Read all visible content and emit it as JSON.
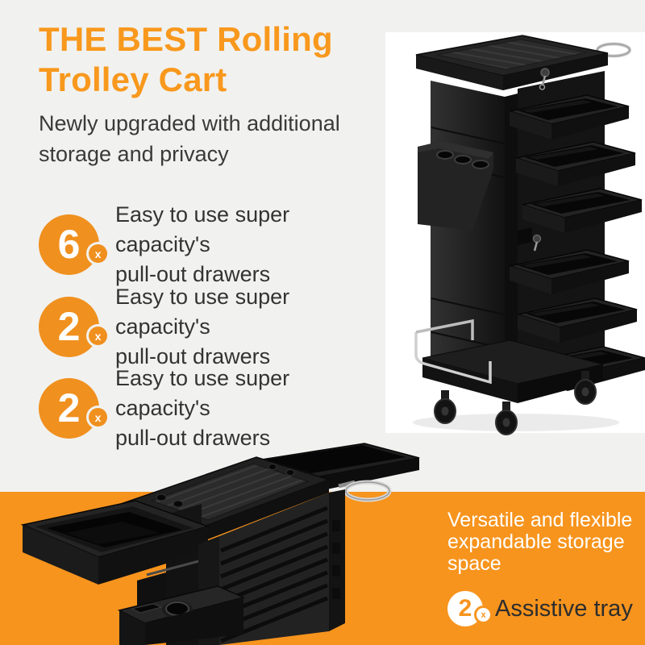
{
  "colors": {
    "background": "#f1f1f0",
    "photo_panel": "#ffffff",
    "accent_orange": "#f7941e",
    "title_orange": "#f8991e",
    "circle_orange": "#f0901e",
    "text_dark": "#3a3a3a",
    "text_white": "#ffffff"
  },
  "hero": {
    "title": {
      "line1": "THE BEST Rolling",
      "line2": "Trolley Cart"
    },
    "subtitle": {
      "line1": "Newly upgraded with additional",
      "line2": "storage and privacy"
    },
    "features": [
      {
        "count": "6",
        "times": "x",
        "line1": "Easy to use super capacity's",
        "line2": "pull-out drawers"
      },
      {
        "count": "2",
        "times": "x",
        "line1": "Easy to use super capacity's",
        "line2": "pull-out drawers"
      },
      {
        "count": "2",
        "times": "x",
        "line1": "Easy to use super capacity's",
        "line2": "pull-out drawers"
      }
    ],
    "photo_alt": "black-rolling-trolley-cart-with-six-pull-out-drawers"
  },
  "bottom": {
    "heading": {
      "line1": "Versatile and flexible",
      "line2": "expandable storage",
      "line3": "space"
    },
    "feature": {
      "count": "2",
      "times": "x",
      "label": "Assistive tray"
    },
    "photo_alt": "trolley-top-view-with-expanded-side-trays"
  }
}
